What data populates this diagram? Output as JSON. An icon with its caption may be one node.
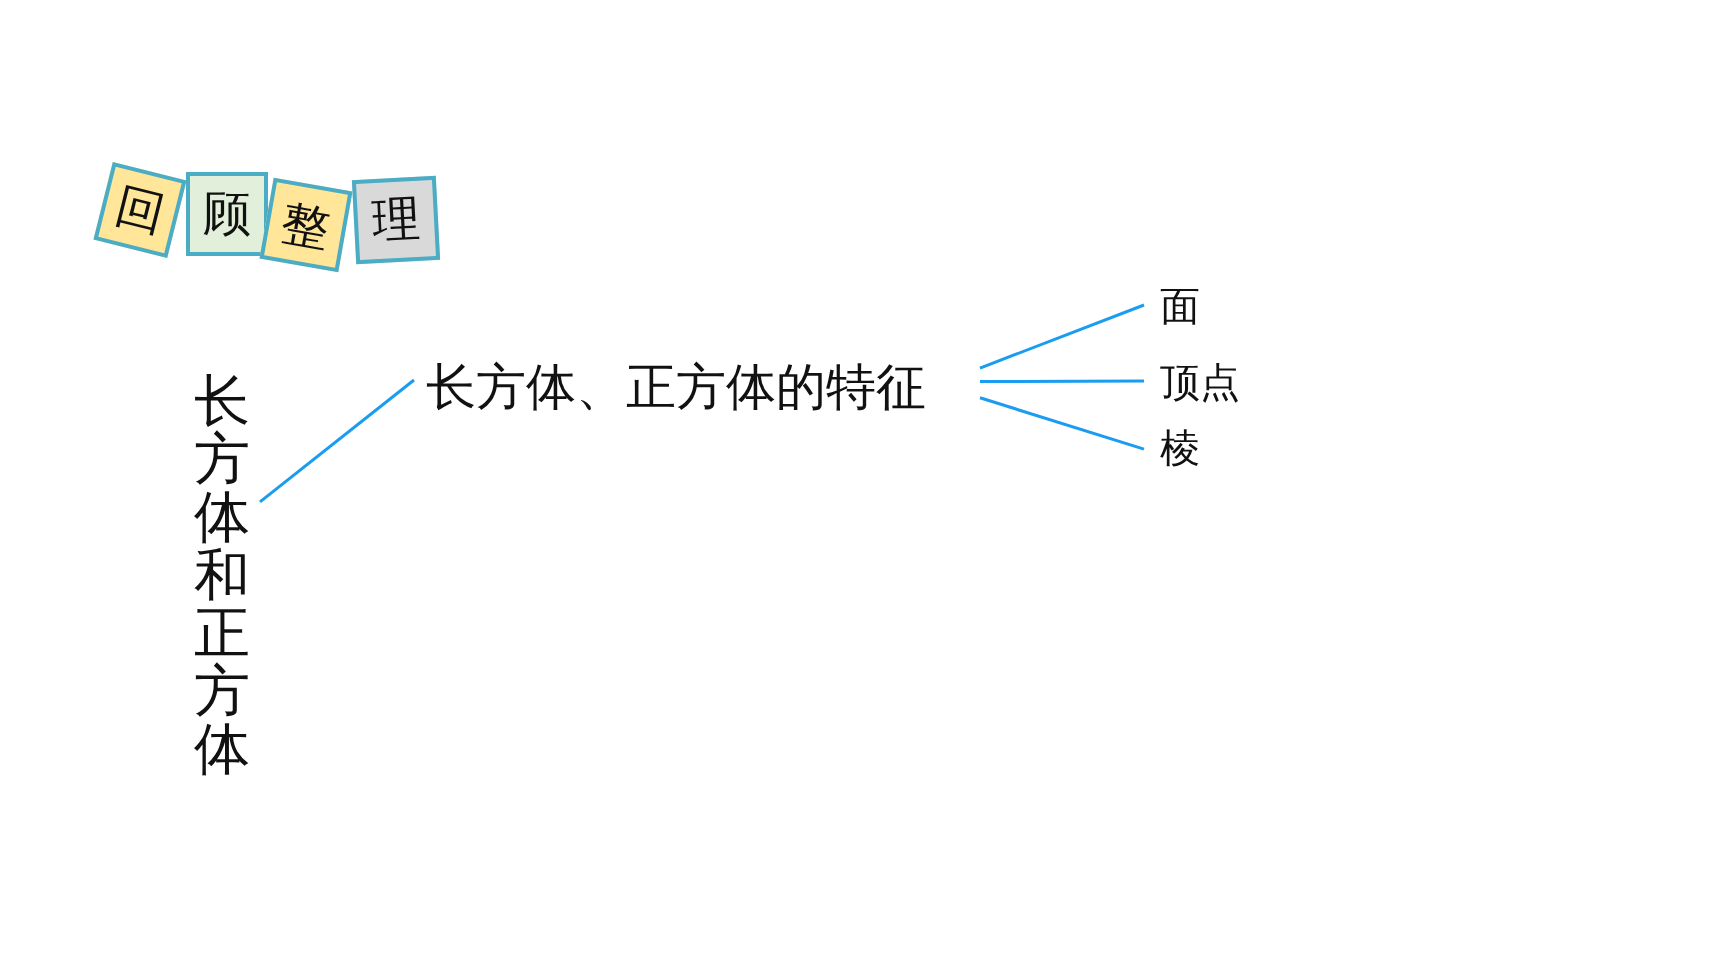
{
  "diagram": {
    "nodes": [
      {
        "text": [
          "回"
        ]
      },
      {
        "text": [
          "顾"
        ]
      },
      {
        "text": [
          "整"
        ]
      },
      {
        "text": [
          "理"
        ]
      },
      {
        "text": [
          "长方体和正方体"
        ]
      },
      {
        "text": [
          "长方体、正方体的特征"
        ]
      },
      {
        "text": [
          "面"
        ]
      },
      {
        "text": [
          "顶点"
        ]
      },
      {
        "text": [
          "棱"
        ]
      }
    ],
    "edges": [
      {
        "from": 4,
        "to": 5,
        "arrow": "none"
      },
      {
        "from": 5,
        "to": 6,
        "arrow": "none"
      },
      {
        "from": 5,
        "to": 7,
        "arrow": "none"
      },
      {
        "from": 5,
        "to": 8,
        "arrow": "none"
      }
    ]
  }
}
